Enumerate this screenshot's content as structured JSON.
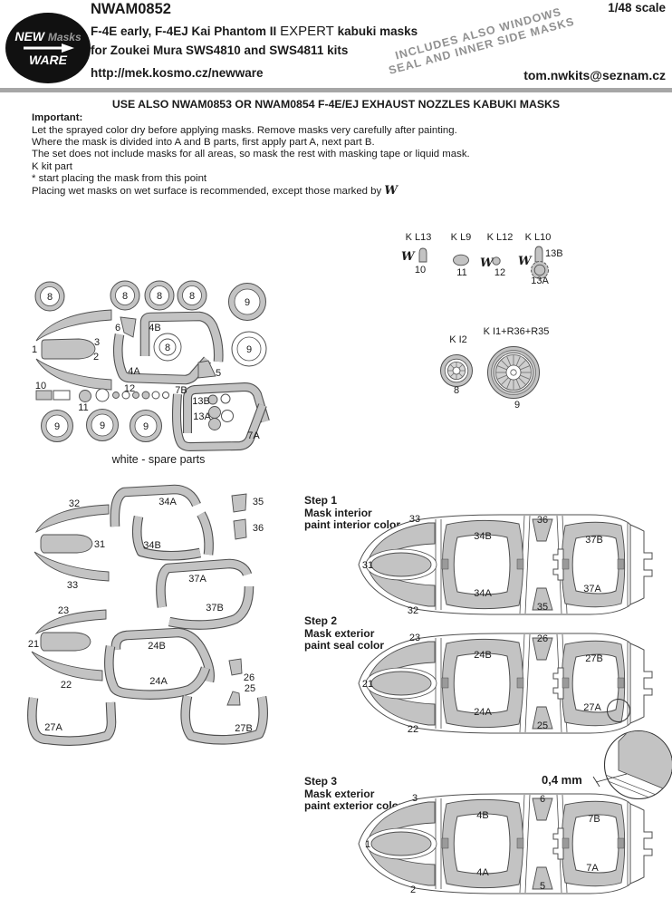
{
  "wet_symbol": "W",
  "header": {
    "product_code": "NWAM0852",
    "scale": "1/48 scale",
    "title_pre": "F-4E early, F-4EJ Kai Phantom II",
    "title_expert": "EXPERT",
    "title_post": "kabuki masks",
    "subtitle": "for Zoukei Mura SWS4810 and SWS4811 kits",
    "url": "http://mek.kosmo.cz/newware",
    "email": "tom.nwkits@seznam.cz",
    "diag_line1": "INCLUDES ALSO WINDOWS",
    "diag_line2": "SEAL AND INNER SIDE MASKS",
    "logo": {
      "word_new": "NEW",
      "word_masks": "Masks",
      "word_ware": "WARE"
    }
  },
  "notice": "USE ALSO NWAM0853 OR NWAM0854 F-4E/EJ EXHAUST NOZZLES KABUKI MASKS",
  "instructions": {
    "heading": "Important:",
    "line1": "Let the sprayed color dry before applying masks. Remove masks very carefully after painting.",
    "line2": "Where the mask is divided into A and B parts, first apply part A, next part B.",
    "line3": "The set does not include masks for all areas, so mask the rest with masking tape or liquid mask.",
    "line4": "K kit part",
    "line5": "*  start placing the mask from this point",
    "line6": "Placing wet masks on wet surface is recommended, except those marked by"
  },
  "kit_parts": {
    "kl13": {
      "label": "K L13",
      "part": "10"
    },
    "kl9": {
      "label": "K L9",
      "part": "11"
    },
    "kl12": {
      "label": "K L12",
      "part": "12"
    },
    "kl10": {
      "label": "K L10",
      "part_b": "13B",
      "part_a": "13A"
    },
    "ki2": {
      "label": "K I2",
      "part": "8"
    },
    "ki1": {
      "label": "K I1+R36+R35",
      "part": "9"
    }
  },
  "spares": {
    "caption": "white - spare parts",
    "labels": {
      "p1": "1",
      "p2": "2",
      "p3": "3",
      "p4a": "4A",
      "p4b": "4B",
      "p5": "5",
      "p6": "6",
      "p7a": "7A",
      "p7b": "7B",
      "p8": "8",
      "p9": "9",
      "p10": "10",
      "p11": "11",
      "p12": "12",
      "p13a": "13A",
      "p13b": "13B"
    }
  },
  "mid_parts": {
    "p21": "21",
    "p22": "22",
    "p23": "23",
    "p24a": "24A",
    "p24b": "24B",
    "p25": "25",
    "p26": "26",
    "p27a": "27A",
    "p27b": "27B",
    "p31": "31",
    "p32": "32",
    "p33": "33",
    "p34a": "34A",
    "p34b": "34B",
    "p35": "35",
    "p36": "36",
    "p37a": "37A",
    "p37b": "37B"
  },
  "steps": {
    "step1": {
      "title": "Step 1",
      "line1": "Mask interior",
      "line2": "paint interior color",
      "nose_top": "33",
      "nose_center": "31",
      "nose_bottom": "32",
      "front_top": "34B",
      "front_bottom": "34A",
      "mid_top": "36",
      "mid_bottom": "35",
      "rear_top": "37B",
      "rear_bottom": "37A"
    },
    "step2": {
      "title": "Step 2",
      "line1": "Mask exterior",
      "line2": "paint seal color",
      "nose_top": "23",
      "nose_center": "21",
      "nose_bottom": "22",
      "front_top": "24B",
      "front_bottom": "24A",
      "mid_top": "26",
      "mid_bottom": "25",
      "rear_top": "27B",
      "rear_bottom": "27A"
    },
    "step3": {
      "title": "Step 3",
      "line1": "Mask exterior",
      "line2": "paint exterior color",
      "nose_top": "3",
      "nose_center": "1",
      "nose_bottom": "2",
      "front_top": "4B",
      "front_bottom": "4A",
      "mid_top": "6",
      "mid_bottom": "5",
      "rear_top": "7B",
      "rear_bottom": "7A"
    }
  },
  "detail": {
    "measurement": "0,4 mm"
  },
  "colors": {
    "mask_gray": "#c3c3c3",
    "outline": "#4f4f4f",
    "divider_bar": "#a6a6a6",
    "note_gray": "#909090"
  }
}
